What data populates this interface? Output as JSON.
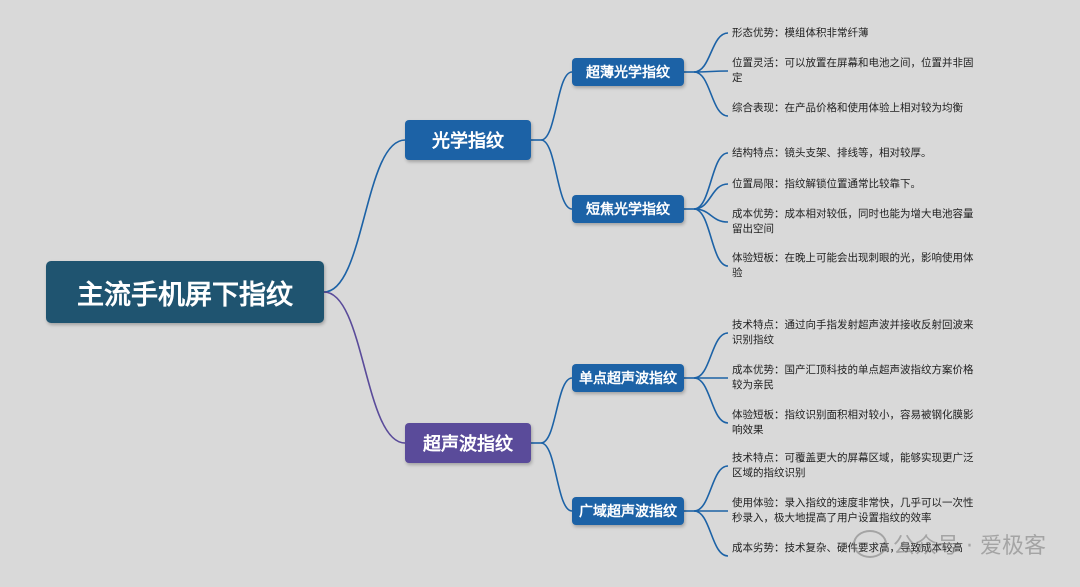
{
  "colors": {
    "background": "#d9d9d9",
    "root": "#1f5470",
    "optical": "#1c62a6",
    "ultrasonic": "#5a4b9a",
    "line_blue": "#1c62a6",
    "line_purple": "#5a4b9a"
  },
  "root": {
    "label": "主流手机屏下指纹"
  },
  "optical": {
    "label": "光学指纹",
    "thin": {
      "label": "超薄光学指纹",
      "leaves": [
        "形态优势：模组体积非常纤薄",
        "位置灵活：可以放置在屏幕和电池之间，位置并非固定",
        "综合表现：在产品价格和使用体验上相对较为均衡"
      ]
    },
    "short": {
      "label": "短焦光学指纹",
      "leaves": [
        "结构特点：镜头支架、排线等，相对较厚。",
        "位置局限：指纹解锁位置通常比较靠下。",
        "成本优势：成本相对较低，同时也能为增大电池容量留出空间",
        "体验短板：在晚上可能会出现刺眼的光，影响使用体验"
      ]
    }
  },
  "ultrasonic": {
    "label": "超声波指纹",
    "single": {
      "label": "单点超声波指纹",
      "leaves": [
        "技术特点：通过向手指发射超声波并接收反射回波来识别指纹",
        "成本优势：国产汇顶科技的单点超声波指纹方案价格较为亲民",
        "体验短板：指纹识别面积相对较小，容易被钢化膜影响效果"
      ]
    },
    "wide": {
      "label": "广域超声波指纹",
      "leaves": [
        "技术特点：可覆盖更大的屏幕区域，能够实现更广泛区域的指纹识别",
        "使用体验：录入指纹的速度非常快，几乎可以一次性秒录入，极大地提高了用户设置指纹的效率",
        "成本劣势：技术复杂、硬件要求高，导致成本较高"
      ]
    }
  },
  "watermark": {
    "icon": "wechat-icon",
    "text": "公众号 · 爱极客"
  }
}
